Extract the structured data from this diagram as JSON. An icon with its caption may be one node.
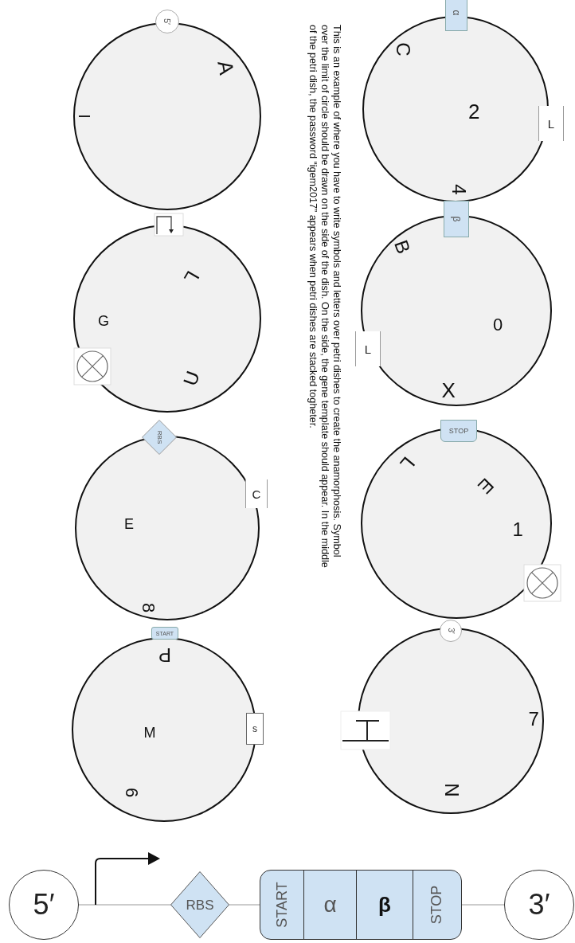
{
  "diagram": {
    "nodes": [
      {
        "text": [
          "A",
          "I"
        ]
      },
      {
        "text": [
          "5′"
        ]
      },
      {
        "text": [
          "L",
          "G",
          "U"
        ]
      },
      {
        "text": [
          "E",
          "8"
        ]
      },
      {
        "text": [
          "RBS"
        ]
      },
      {
        "text": [
          "C"
        ]
      },
      {
        "text": [
          "P",
          "M",
          "6"
        ]
      },
      {
        "text": [
          "START"
        ]
      },
      {
        "text": [
          "s"
        ]
      },
      {
        "text": [
          "C",
          "2",
          "4"
        ]
      },
      {
        "text": [
          "α"
        ]
      },
      {
        "text": [
          "L"
        ]
      },
      {
        "text": [
          "B",
          "0",
          "X"
        ]
      },
      {
        "text": [
          "β"
        ]
      },
      {
        "text": [
          "L"
        ]
      },
      {
        "text": [
          "L",
          "E",
          "1"
        ]
      },
      {
        "text": [
          "STOP"
        ]
      },
      {
        "text": [
          "7",
          "N"
        ]
      },
      {
        "text": [
          "3′"
        ]
      },
      {
        "text": [
          "5′"
        ]
      },
      {
        "text": [
          "RBS"
        ]
      },
      {
        "text": [],
        "shape": "box"
      },
      {
        "text": [
          "START"
        ],
        "in": 21
      },
      {
        "text": [
          "α"
        ],
        "in": 21
      },
      {
        "text": [
          "β"
        ],
        "in": 21
      },
      {
        "text": [
          "STOP"
        ],
        "in": 21
      },
      {
        "text": [
          "3′"
        ]
      }
    ],
    "edges": [
      {
        "from": 19,
        "to": 20,
        "arrow": "none"
      },
      {
        "from": 20,
        "to": 21,
        "arrow": "none"
      },
      {
        "from": 21,
        "to": 26,
        "arrow": "none"
      }
    ],
    "labels": [
      "This is an example of where you have to write symbols and letters over petri dishes to create the anamorphosis. Symbol over the limit of circle should be drawn on the side of the dish. On the side, the gene template should appear. In the middle of the petri dish, the password “igem2017” appears when petri dishes are stacked togheter."
    ]
  }
}
